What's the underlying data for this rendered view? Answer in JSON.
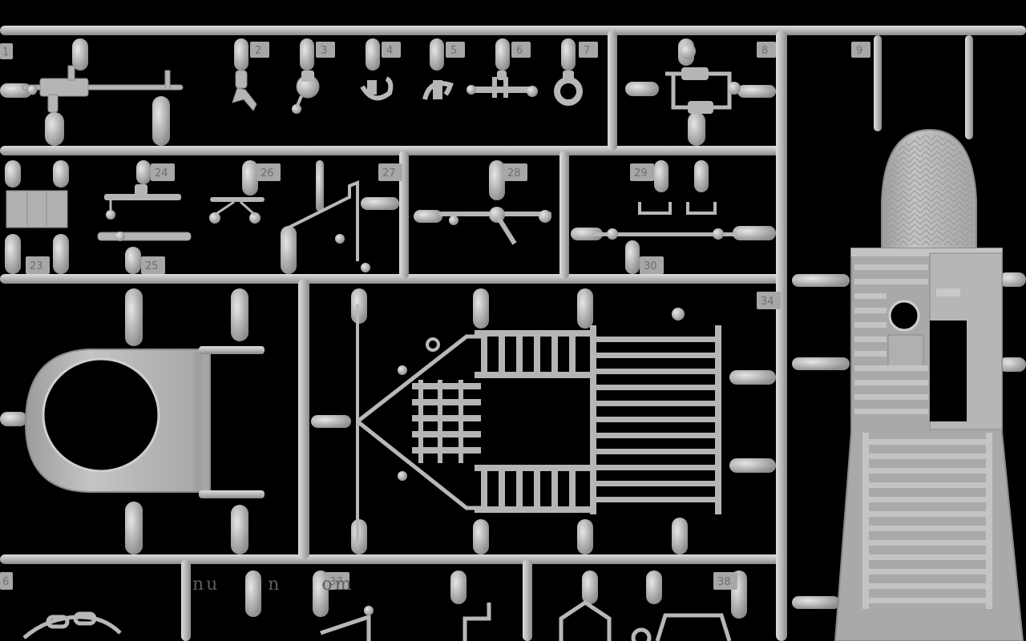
{
  "scene": {
    "background_color": "#000000",
    "plastic_color": "#b9b9b9",
    "plastic_highlight": "#d9d9d9",
    "plastic_shadow": "#8d8d8d",
    "number_tab_color": "#a7a7a7",
    "number_text_color": "#6f6f6f"
  },
  "part_numbers": {
    "p1": "1",
    "p2": "2",
    "p3": "3",
    "p4": "4",
    "p5": "5",
    "p6": "6",
    "p7": "7",
    "p8": "8",
    "p9": "9",
    "p23": "23",
    "p24": "24",
    "p25": "25",
    "p26": "26",
    "p27": "27",
    "p28": "28",
    "p29": "29",
    "p30": "30",
    "p34": "34",
    "p36": "6",
    "p37": "37",
    "p38": "38"
  },
  "watermark": {
    "text": "nu      n     om"
  }
}
